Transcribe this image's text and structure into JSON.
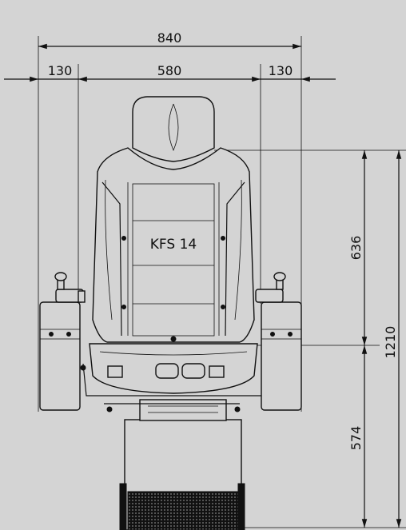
{
  "dimensions": {
    "overall_width": "840",
    "left_armrest_width": "130",
    "seat_width": "580",
    "right_armrest_width": "130",
    "backrest_height": "636",
    "base_height": "574",
    "overall_height": "1210"
  },
  "model_label": "KFS 14",
  "colors": {
    "background": "#d4d4d4",
    "lines": "#111111"
  }
}
